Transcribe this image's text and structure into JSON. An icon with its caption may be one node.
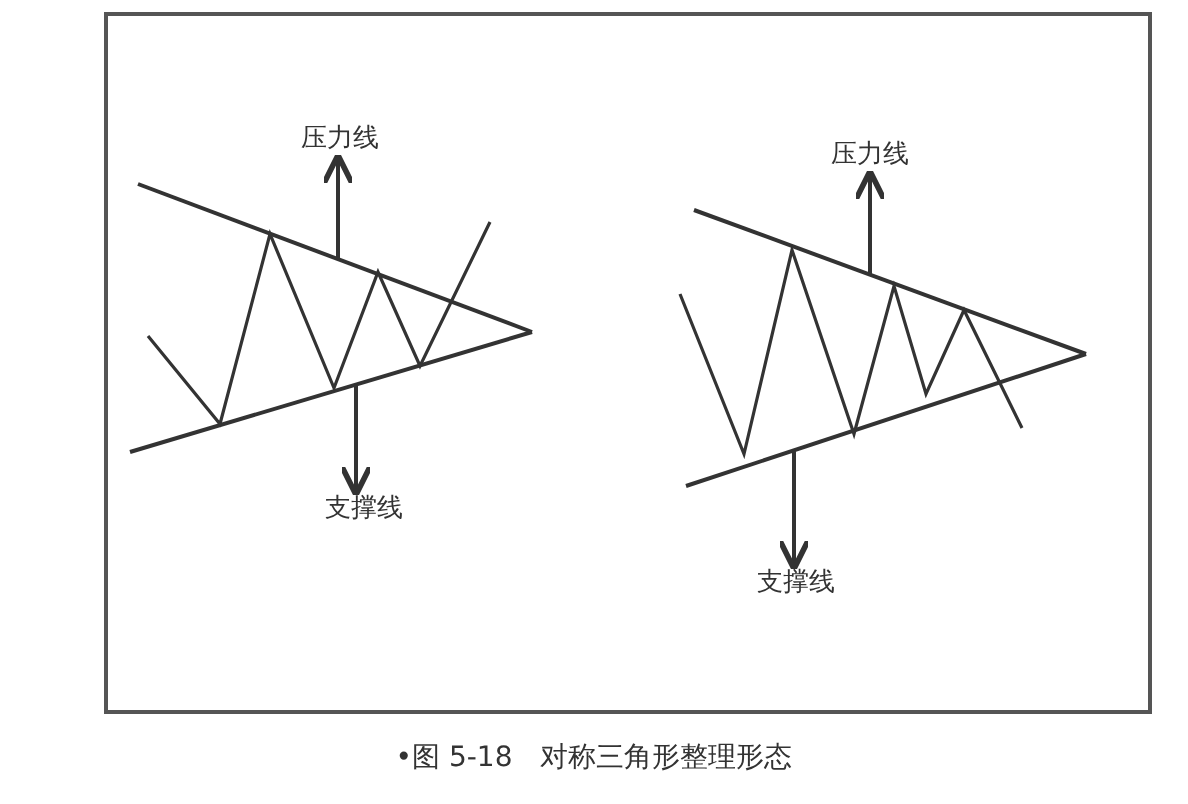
{
  "diagram": {
    "caption": "•图 5-18　对称三角形整理形态",
    "nodes": [
      {
        "text": [
          "压力线"
        ]
      },
      {
        "text": [],
        "shape": "picture"
      },
      {
        "text": [
          "支撑线"
        ]
      },
      {
        "text": [
          "压力线"
        ]
      },
      {
        "text": [],
        "shape": "picture"
      },
      {
        "text": [
          "支撑线"
        ]
      }
    ],
    "edges": [
      {
        "from": 1,
        "to": 0,
        "arrow": "to"
      },
      {
        "from": 1,
        "to": 2,
        "arrow": "to"
      },
      {
        "from": 4,
        "to": 3,
        "arrow": "to"
      },
      {
        "from": 4,
        "to": 5,
        "arrow": "to"
      }
    ]
  }
}
